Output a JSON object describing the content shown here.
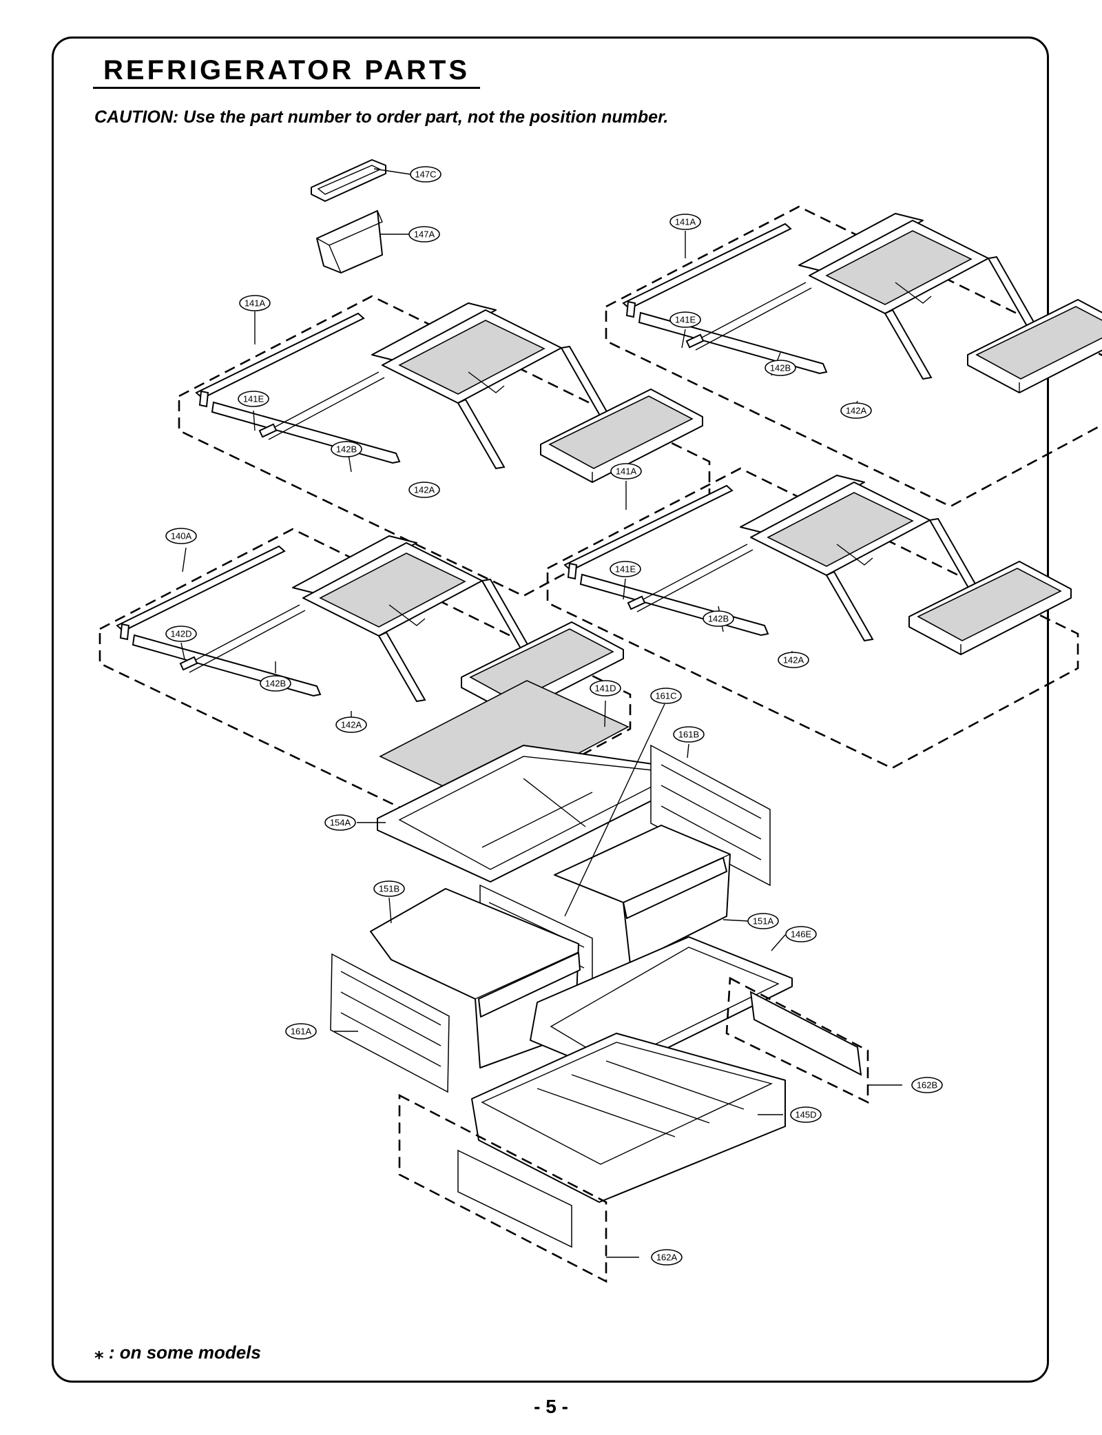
{
  "header": {
    "title": "REFRIGERATOR PARTS",
    "caution": "CAUTION: Use the part number to order part, not the position number."
  },
  "footnote": "⁎ : on some models",
  "page_number": "- 5 -",
  "callouts": {
    "c147C": "147C",
    "c147A": "147A",
    "c141A_a": "141A",
    "c141E_a": "141E",
    "c142B_a": "142B",
    "c142A_a": "142A",
    "c141A_b": "141A",
    "c141E_b": "141E",
    "c142B_b": "142B",
    "c142A_b": "142A",
    "c141A_c": "141A",
    "c141E_c": "141E",
    "c142B_c": "142B",
    "c142A_c": "142A",
    "c140A": "140A",
    "c142D": "142D",
    "c142B_d": "142B",
    "c142A_d": "142A",
    "c141D": "141D",
    "c161C": "161C",
    "c161B": "161B",
    "c154A": "154A",
    "c151B": "151B",
    "c151A": "151A",
    "c146E": "146E",
    "c161A": "161A",
    "c162B": "162B",
    "c145D": "145D",
    "c162A": "162A"
  }
}
